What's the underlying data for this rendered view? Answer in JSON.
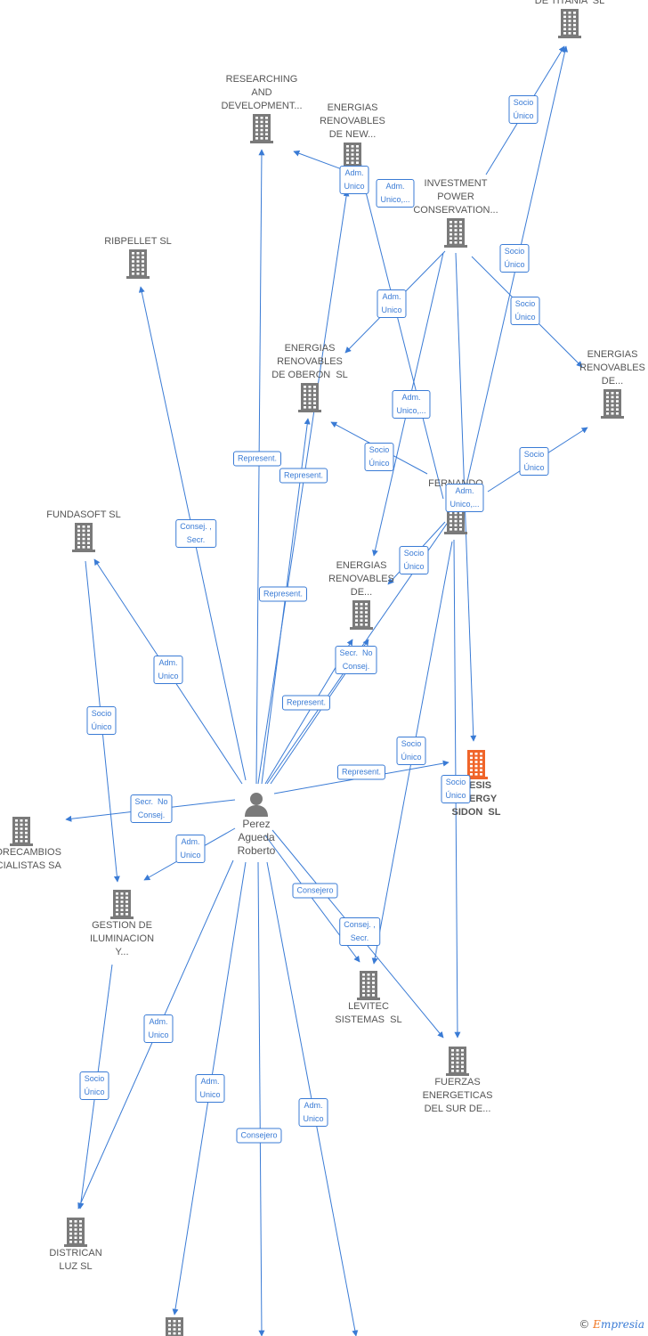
{
  "colors": {
    "edge": "#3a7bd5",
    "company_icon": "#7a7a7a",
    "focus_icon": "#f0652a",
    "label": "#555555"
  },
  "person": {
    "id": "perez",
    "label": "Perez\nAgueda\nRoberto",
    "icon": "person-icon"
  },
  "companies": [
    {
      "id": "titania",
      "label": "DE TITANIA  SL",
      "icon": "building-icon"
    },
    {
      "id": "researching",
      "label": "RESEARCHING\nAND\nDEVELOPMENT...",
      "icon": "building-icon"
    },
    {
      "id": "new",
      "label": "ENERGIAS\nRENOVABLES\nDE NEW...",
      "icon": "building-icon"
    },
    {
      "id": "investment",
      "label": "INVESTMENT\nPOWER\nCONSERVATION...",
      "icon": "building-icon"
    },
    {
      "id": "ribpellet",
      "label": "RIBPELLET SL",
      "icon": "building-icon"
    },
    {
      "id": "oberon",
      "label": "ENERGIAS\nRENOVABLES\nDE OBERON  SL",
      "icon": "building-icon"
    },
    {
      "id": "renov_right",
      "label": "ENERGIAS\nRENOVABLES\nDE...",
      "icon": "building-icon"
    },
    {
      "id": "fernando",
      "label": "FERNANDO\nS...",
      "icon": "building-icon"
    },
    {
      "id": "fundasoft",
      "label": "FUNDASOFT SL",
      "icon": "building-icon"
    },
    {
      "id": "renov_mid",
      "label": "ENERGIAS\nRENOVABLES\nDE...",
      "icon": "building-icon"
    },
    {
      "id": "sidon",
      "label": "...ESIS\nENERGY\nSIDON  SL",
      "icon": "building-icon",
      "focus": true
    },
    {
      "id": "recambios",
      "label": "...LORECAMBIOS\n...ECIALISTAS SA",
      "icon": "building-icon"
    },
    {
      "id": "gestion",
      "label": "GESTION DE\nILUMINACION\nY...",
      "icon": "building-icon"
    },
    {
      "id": "levitec",
      "label": "LEVITEC\nSISTEMAS  SL",
      "icon": "building-icon"
    },
    {
      "id": "fuerzas",
      "label": "FUERZAS\nENERGETICAS\nDEL SUR DE...",
      "icon": "building-icon"
    },
    {
      "id": "districan",
      "label": "DISTRICAN\nLUZ SL",
      "icon": "building-icon"
    },
    {
      "id": "bottom",
      "label": "",
      "icon": "building-icon"
    }
  ],
  "relations": [
    {
      "from": "investment",
      "to": "titania",
      "label": "Socio\nÚnico"
    },
    {
      "from": "fernando",
      "to": "titania",
      "label": "Socio\nÚnico"
    },
    {
      "from": "new",
      "to": "researching",
      "label": "Adm.\nUnico"
    },
    {
      "from": "fernando",
      "to": "new",
      "label": "Adm.\nUnico,..."
    },
    {
      "from": "investment",
      "to": "oberon",
      "label": "Adm.\nUnico"
    },
    {
      "from": "investment",
      "to": "renov_right",
      "label": "Socio\nÚnico"
    },
    {
      "from": "investment",
      "to": "renov_mid",
      "label": "Adm.\nUnico,..."
    },
    {
      "from": "investment",
      "to": "sidon",
      "label": ""
    },
    {
      "from": "fernando",
      "to": "oberon",
      "label": "Socio\nÚnico"
    },
    {
      "from": "fernando",
      "to": "renov_right",
      "label": "Socio\nÚnico"
    },
    {
      "from": "fernando",
      "to": "renov_mid",
      "label": "Socio\nÚnico"
    },
    {
      "from": "fernando",
      "to": "levitec",
      "label": "Socio\nÚnico"
    },
    {
      "from": "fernando",
      "to": "fuerzas",
      "label": "Socio\nÚnico"
    },
    {
      "from": "fundasoft",
      "to": "gestion",
      "label": "Socio\nÚnico"
    },
    {
      "from": "gestion",
      "to": "districan",
      "label": "Socio\nÚnico"
    },
    {
      "from": "perez",
      "to": "researching",
      "label": "Represent."
    },
    {
      "from": "perez",
      "to": "new",
      "label": "Represent."
    },
    {
      "from": "perez",
      "to": "ribpellet",
      "label": "Consej. ,\nSecr."
    },
    {
      "from": "perez",
      "to": "oberon",
      "label": "Represent."
    },
    {
      "from": "perez",
      "to": "fernando",
      "label": "Adm.\nUnico,..."
    },
    {
      "from": "perez",
      "to": "renov_mid",
      "label": "Represent."
    },
    {
      "from": "perez",
      "to": "renov_mid",
      "label": "Secr.  No\nConsej."
    },
    {
      "from": "perez",
      "to": "fundasoft",
      "label": "Adm.\nUnico"
    },
    {
      "from": "perez",
      "to": "sidon",
      "label": "Represent."
    },
    {
      "from": "perez",
      "to": "recambios",
      "label": "Secr.  No\nConsej."
    },
    {
      "from": "perez",
      "to": "gestion",
      "label": "Adm.\nUnico"
    },
    {
      "from": "perez",
      "to": "levitec",
      "label": "Consejero"
    },
    {
      "from": "perez",
      "to": "fuerzas",
      "label": "Consej. ,\nSecr."
    },
    {
      "from": "perez",
      "to": "districan",
      "label": "Adm.\nUnico"
    },
    {
      "from": "perez",
      "to": "bottom",
      "label": "Adm.\nUnico"
    },
    {
      "from": "perez",
      "to": "bottom_mid",
      "label": "Consejero"
    },
    {
      "from": "perez",
      "to": "bottom_right",
      "label": "Adm.\nUnico"
    }
  ],
  "footer": {
    "copyright": "©",
    "brand_initial": "E",
    "brand_rest": "mpresia"
  }
}
